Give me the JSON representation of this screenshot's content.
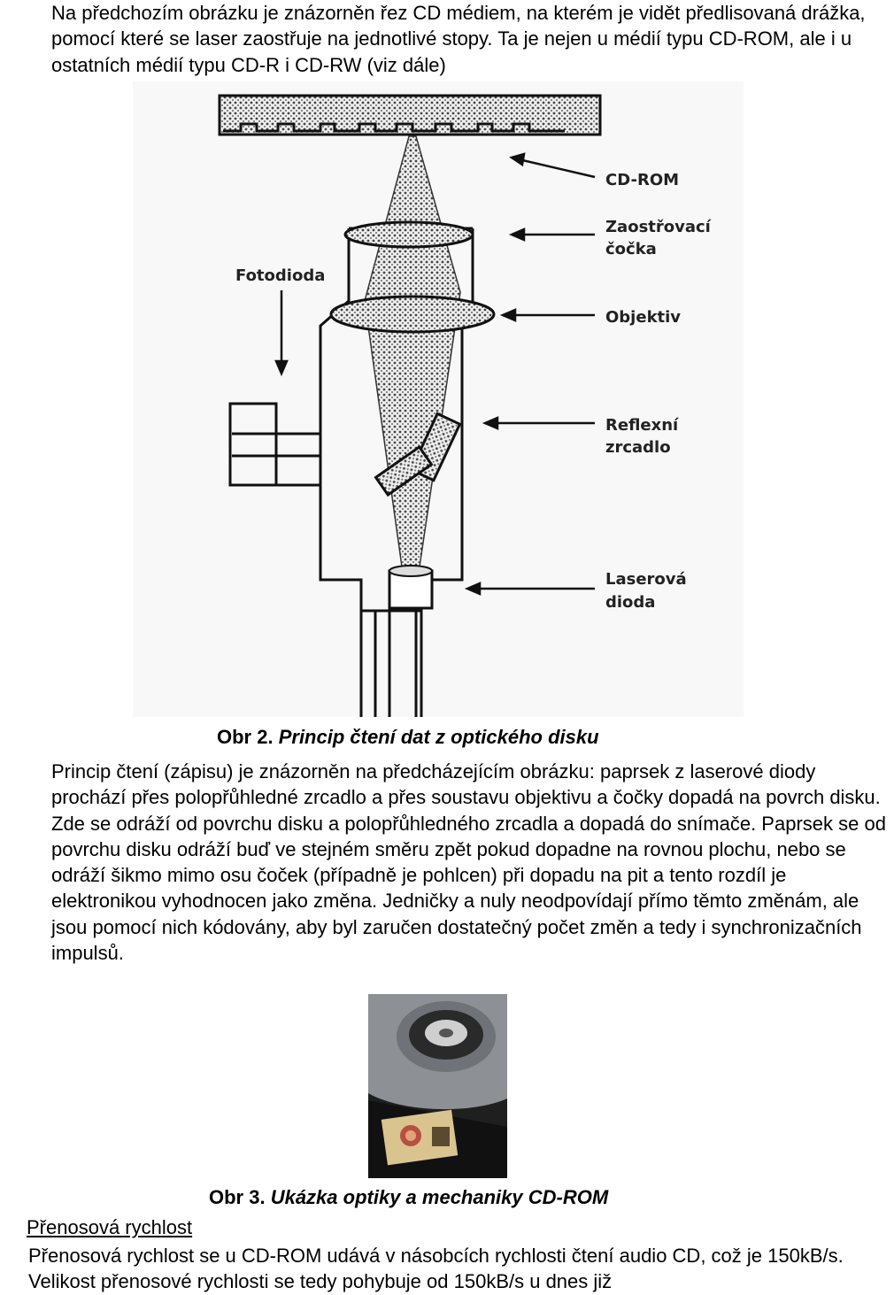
{
  "intro": "Na předchozím obrázku je znázorněn řez CD médiem, na kterém je vidět předlisovaná drážka, pomocí které se laser zaostřuje na jednotlivé stopy. Ta je nejen u médií typu CD-ROM, ale i u ostatních médií typu CD-R i CD-RW (viz dále)",
  "figure1": {
    "labels": {
      "cdrom": "CD-ROM",
      "zaostrovaci_1": "Zaostřovací",
      "zaostrovaci_2": "čočka",
      "fotodioda": "Fotodioda",
      "objektiv": "Objektiv",
      "reflexni_1": "Reflexní",
      "reflexni_2": "zrcadlo",
      "laserova_1": "Laserová",
      "laserova_2": "dioda"
    },
    "caption_num": "Obr 2.",
    "caption_title": "Princip čtení dat z optického disku"
  },
  "princip": "Princip čtení (zápisu) je znázorněn na předcházejícím obrázku: paprsek z laserové diody prochází přes polopřůhledné zrcadlo a přes soustavu objektivu a čočky dopadá na povrch disku. Zde se odráží od povrchu disku a polopřůhledného zrcadla a dopadá do snímače. Paprsek se od povrchu disku odráží buď ve stejném směru zpět pokud dopadne na rovnou plochu, nebo se odráží šikmo mimo osu čoček (případně je pohlcen) při dopadu na pit a tento rozdíl je elektronikou vyhodnocen jako změna. Jedničky a nuly neodpovídají přímo těmto změnám, ale jsou pomocí nich kódovány, aby byl zaručen dostatečný počet změn a tedy i synchronizačních impulsů.",
  "figure2": {
    "caption_num": "Obr 3.",
    "caption_title": "Ukázka optiky a mechaniky CD-ROM"
  },
  "heading": "Přenosová rychlost",
  "rate": "Přenosová rychlost se u CD-ROM udává v násobcích rychlosti čtení audio CD, což je 150kB/s. Velikost přenosové rychlosti se tedy pohybuje od 150kB/s u dnes již"
}
